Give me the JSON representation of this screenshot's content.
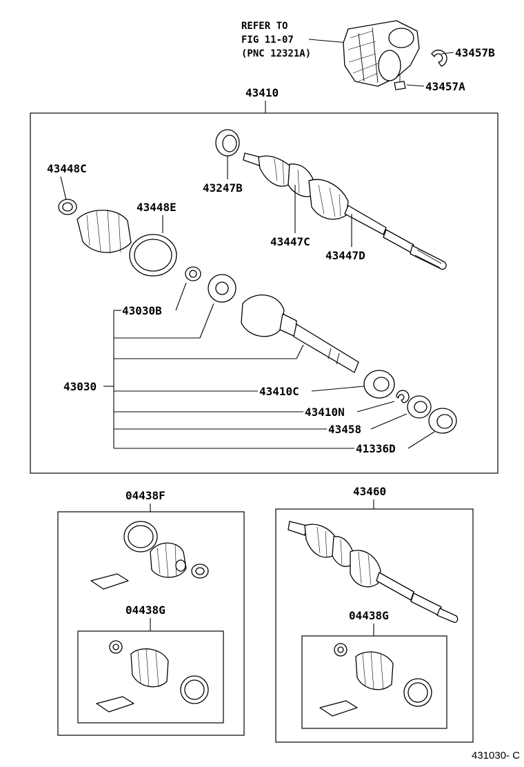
{
  "reference": {
    "line1": "REFER TO",
    "line2": "FIG 11-07",
    "line3": "(PNC 12321A)"
  },
  "labels": {
    "p43457B": "43457B",
    "p43457A": "43457A",
    "p43410": "43410",
    "p43247B": "43247B",
    "p43448C": "43448C",
    "p43448E": "43448E",
    "p43447C": "43447C",
    "p43447D": "43447D",
    "p43030B": "43030B",
    "p43030": "43030",
    "p43410C": "43410C",
    "p43410N": "43410N",
    "p43458": "43458",
    "p41336D": "41336D",
    "p04438F": "04438F",
    "p04438G_left": "04438G",
    "p43460": "43460",
    "p04438G_right": "04438G"
  },
  "diagram_code": "431030- C"
}
